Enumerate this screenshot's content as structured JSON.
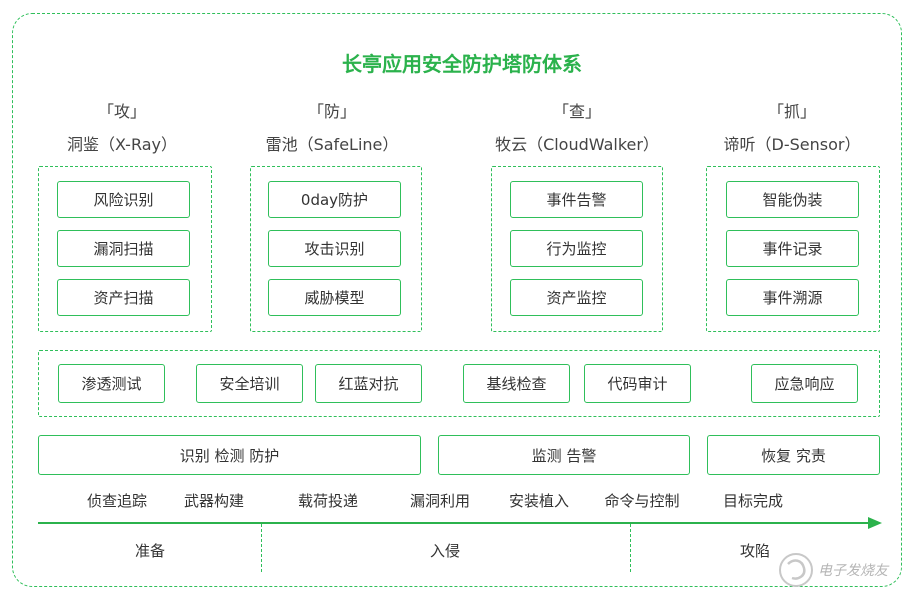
{
  "title": "长亭应用安全防护塔防体系",
  "columns": [
    {
      "bracket": "「攻」",
      "name": "洞鉴（X-Ray）",
      "items": [
        "风险识别",
        "漏洞扫描",
        "资产扫描"
      ]
    },
    {
      "bracket": "「防」",
      "name": "雷池（SafeLine）",
      "items": [
        "0day防护",
        "攻击识别",
        "威胁模型"
      ]
    },
    {
      "bracket": "「查」",
      "name": "牧云（CloudWalker）",
      "items": [
        "事件告警",
        "行为监控",
        "资产监控"
      ]
    },
    {
      "bracket": "「抓」",
      "name": "谛听（D-Sensor）",
      "items": [
        "智能伪装",
        "事件记录",
        "事件溯源"
      ]
    }
  ],
  "services": [
    "渗透测试",
    "安全培训",
    "红蓝对抗",
    "基线检查",
    "代码审计",
    "应急响应"
  ],
  "capabilities": [
    "识别 检测 防护",
    "监测 告警",
    "恢复 究责"
  ],
  "kill_chain": [
    "侦查追踪",
    "武器构建",
    "载荷投递",
    "漏洞利用",
    "安装植入",
    "命令与控制",
    "目标完成"
  ],
  "phases": [
    "准备",
    "入侵",
    "攻陷"
  ],
  "watermark": "电子发烧友",
  "colors": {
    "accent": "#2bb24c",
    "border": "#2fbf5a"
  }
}
